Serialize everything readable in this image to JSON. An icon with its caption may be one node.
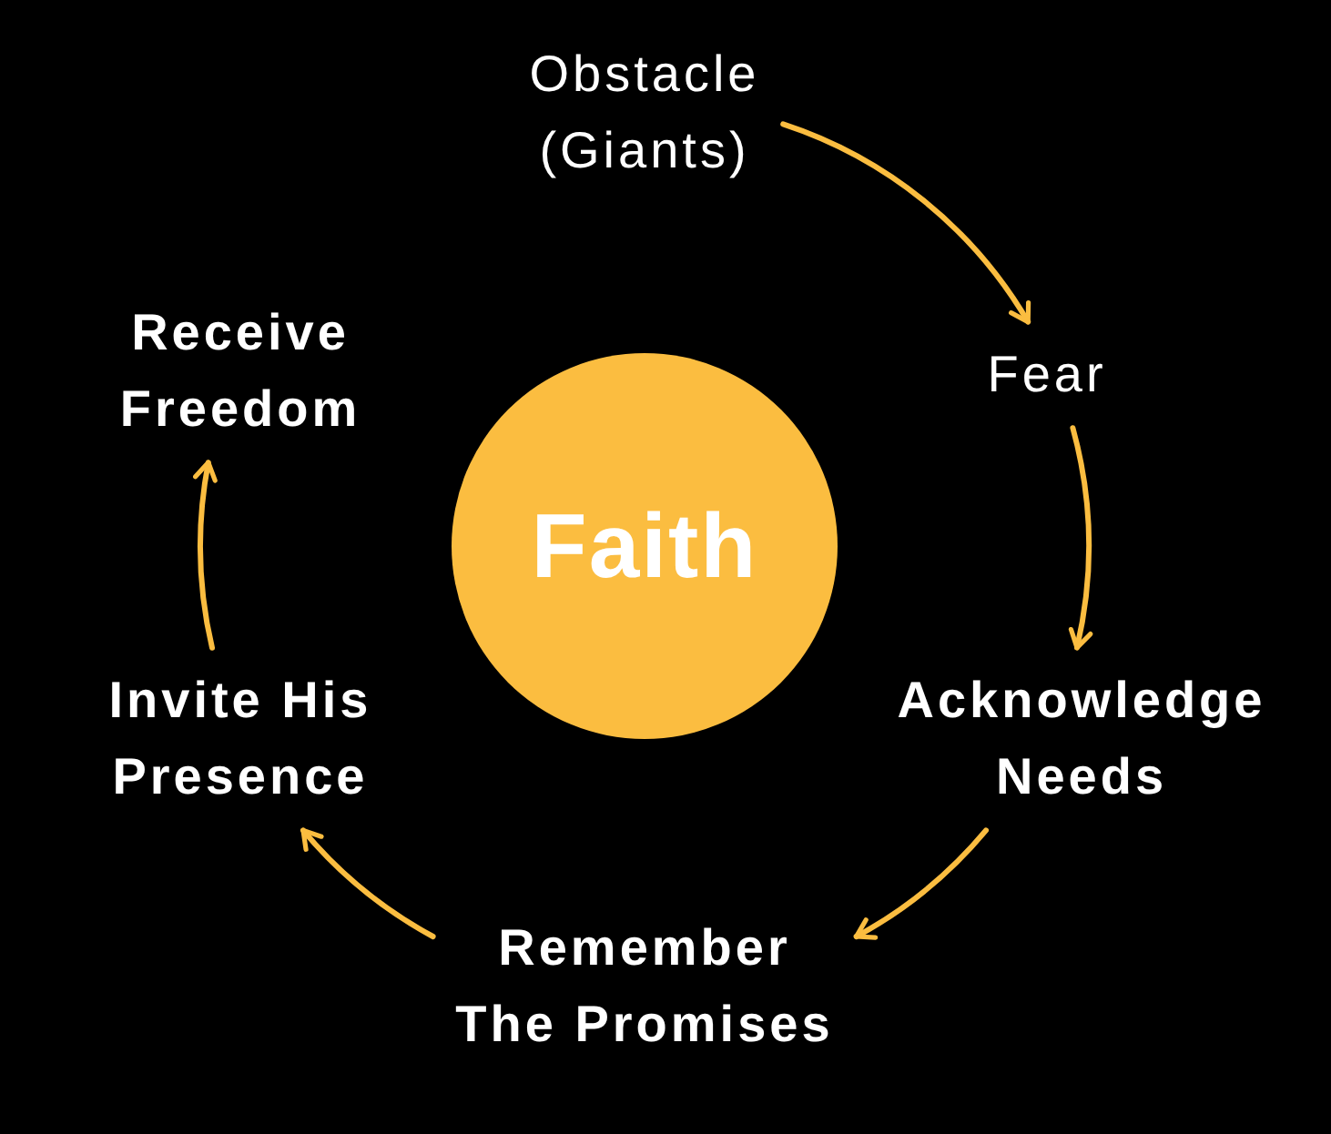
{
  "diagram": {
    "nodes": [
      {
        "text": [
          "Obstacle (Giants)"
        ]
      },
      {
        "text": [
          "Receive Freedom"
        ]
      },
      {
        "text": [
          "Fear"
        ]
      },
      {
        "text": [
          "Faith"
        ]
      },
      {
        "text": [
          "Invite His Presence"
        ]
      },
      {
        "text": [
          "Acknowledge Needs"
        ]
      },
      {
        "text": [
          "Remember The Promises"
        ]
      }
    ],
    "edges": [
      {
        "from": 0,
        "to": 2,
        "arrow": "to"
      },
      {
        "from": 2,
        "to": 5,
        "arrow": "to"
      },
      {
        "from": 5,
        "to": 6,
        "arrow": "to"
      },
      {
        "from": 6,
        "to": 4,
        "arrow": "to"
      },
      {
        "from": 4,
        "to": 1,
        "arrow": "to"
      }
    ]
  }
}
